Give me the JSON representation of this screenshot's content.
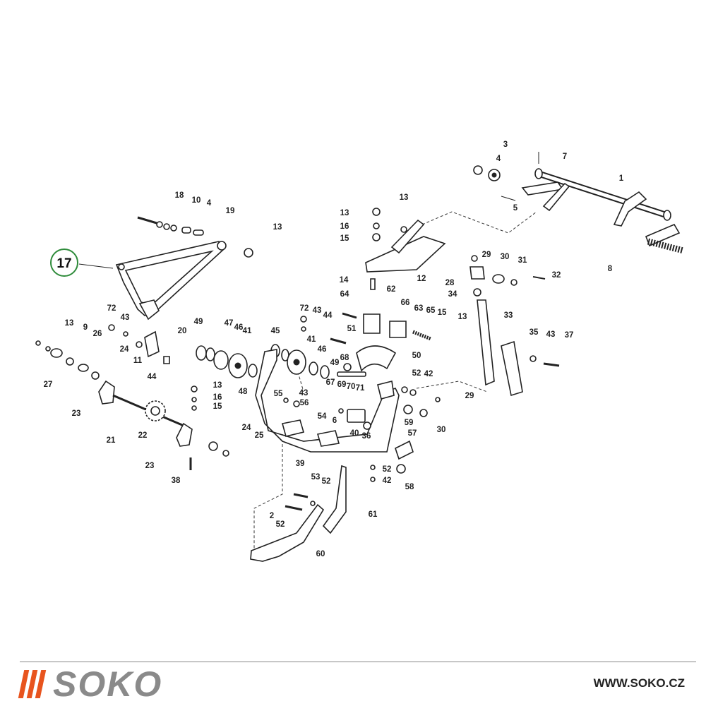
{
  "diagram": {
    "highlighted_part": "17",
    "callouts": [
      {
        "id": "c-1",
        "label": "1"
      },
      {
        "id": "c-3",
        "label": "3"
      },
      {
        "id": "c-4a",
        "label": "4"
      },
      {
        "id": "c-5",
        "label": "5"
      },
      {
        "id": "c-7",
        "label": "7"
      },
      {
        "id": "c-8",
        "label": "8"
      },
      {
        "id": "c-18",
        "label": "18"
      },
      {
        "id": "c-10",
        "label": "10"
      },
      {
        "id": "c-4b",
        "label": "4"
      },
      {
        "id": "c-19",
        "label": "19"
      },
      {
        "id": "c-13a",
        "label": "13"
      },
      {
        "id": "c-13b",
        "label": "13"
      },
      {
        "id": "c-16a",
        "label": "16"
      },
      {
        "id": "c-15a",
        "label": "15"
      },
      {
        "id": "c-13c",
        "label": "13"
      },
      {
        "id": "c-12",
        "label": "12"
      },
      {
        "id": "c-14",
        "label": "14"
      },
      {
        "id": "c-29a",
        "label": "29"
      },
      {
        "id": "c-30a",
        "label": "30"
      },
      {
        "id": "c-31",
        "label": "31"
      },
      {
        "id": "c-32",
        "label": "32"
      },
      {
        "id": "c-28",
        "label": "28"
      },
      {
        "id": "c-34",
        "label": "34"
      },
      {
        "id": "c-33",
        "label": "33"
      },
      {
        "id": "c-35",
        "label": "35"
      },
      {
        "id": "c-43a",
        "label": "43"
      },
      {
        "id": "c-37",
        "label": "37"
      },
      {
        "id": "c-72a",
        "label": "72"
      },
      {
        "id": "c-43b",
        "label": "43"
      },
      {
        "id": "c-20",
        "label": "20"
      },
      {
        "id": "c-13d",
        "label": "13"
      },
      {
        "id": "c-9",
        "label": "9"
      },
      {
        "id": "c-26",
        "label": "26"
      },
      {
        "id": "c-24a",
        "label": "24"
      },
      {
        "id": "c-11",
        "label": "11"
      },
      {
        "id": "c-44a",
        "label": "44"
      },
      {
        "id": "c-27",
        "label": "27"
      },
      {
        "id": "c-23a",
        "label": "23"
      },
      {
        "id": "c-21",
        "label": "21"
      },
      {
        "id": "c-22",
        "label": "22"
      },
      {
        "id": "c-23b",
        "label": "23"
      },
      {
        "id": "c-38",
        "label": "38"
      },
      {
        "id": "c-13e",
        "label": "13"
      },
      {
        "id": "c-16b",
        "label": "16"
      },
      {
        "id": "c-15b",
        "label": "15"
      },
      {
        "id": "c-24b",
        "label": "24"
      },
      {
        "id": "c-25",
        "label": "25"
      },
      {
        "id": "c-49a",
        "label": "49"
      },
      {
        "id": "c-47",
        "label": "47"
      },
      {
        "id": "c-46a",
        "label": "46"
      },
      {
        "id": "c-41a",
        "label": "41"
      },
      {
        "id": "c-48",
        "label": "48"
      },
      {
        "id": "c-45",
        "label": "45"
      },
      {
        "id": "c-72b",
        "label": "72"
      },
      {
        "id": "c-43c",
        "label": "43"
      },
      {
        "id": "c-44b",
        "label": "44"
      },
      {
        "id": "c-41b",
        "label": "41"
      },
      {
        "id": "c-46b",
        "label": "46"
      },
      {
        "id": "c-49b",
        "label": "49"
      },
      {
        "id": "c-68",
        "label": "68"
      },
      {
        "id": "c-67",
        "label": "67"
      },
      {
        "id": "c-69",
        "label": "69"
      },
      {
        "id": "c-70",
        "label": "70"
      },
      {
        "id": "c-71",
        "label": "71"
      },
      {
        "id": "c-64",
        "label": "64"
      },
      {
        "id": "c-62",
        "label": "62"
      },
      {
        "id": "c-66",
        "label": "66"
      },
      {
        "id": "c-63",
        "label": "63"
      },
      {
        "id": "c-65",
        "label": "65"
      },
      {
        "id": "c-15c",
        "label": "15"
      },
      {
        "id": "c-13f",
        "label": "13"
      },
      {
        "id": "c-51",
        "label": "51"
      },
      {
        "id": "c-50",
        "label": "50"
      },
      {
        "id": "c-52a",
        "label": "52"
      },
      {
        "id": "c-42a",
        "label": "42"
      },
      {
        "id": "c-55",
        "label": "55"
      },
      {
        "id": "c-43d",
        "label": "43"
      },
      {
        "id": "c-56",
        "label": "56"
      },
      {
        "id": "c-29b",
        "label": "29"
      },
      {
        "id": "c-54",
        "label": "54"
      },
      {
        "id": "c-6",
        "label": "6"
      },
      {
        "id": "c-40",
        "label": "40"
      },
      {
        "id": "c-36",
        "label": "36"
      },
      {
        "id": "c-30b",
        "label": "30"
      },
      {
        "id": "c-59",
        "label": "59"
      },
      {
        "id": "c-57",
        "label": "57"
      },
      {
        "id": "c-39",
        "label": "39"
      },
      {
        "id": "c-52b",
        "label": "52"
      },
      {
        "id": "c-42b",
        "label": "42"
      },
      {
        "id": "c-58",
        "label": "58"
      },
      {
        "id": "c-53",
        "label": "53"
      },
      {
        "id": "c-52c",
        "label": "52"
      },
      {
        "id": "c-2",
        "label": "2"
      },
      {
        "id": "c-52d",
        "label": "52"
      },
      {
        "id": "c-61",
        "label": "61"
      },
      {
        "id": "c-60",
        "label": "60"
      }
    ]
  },
  "footer": {
    "logo_text": "SOKO",
    "website": "WWW.SOKO.CZ",
    "brand_color": "#e8541e",
    "logo_text_color": "#8a8a8a"
  }
}
